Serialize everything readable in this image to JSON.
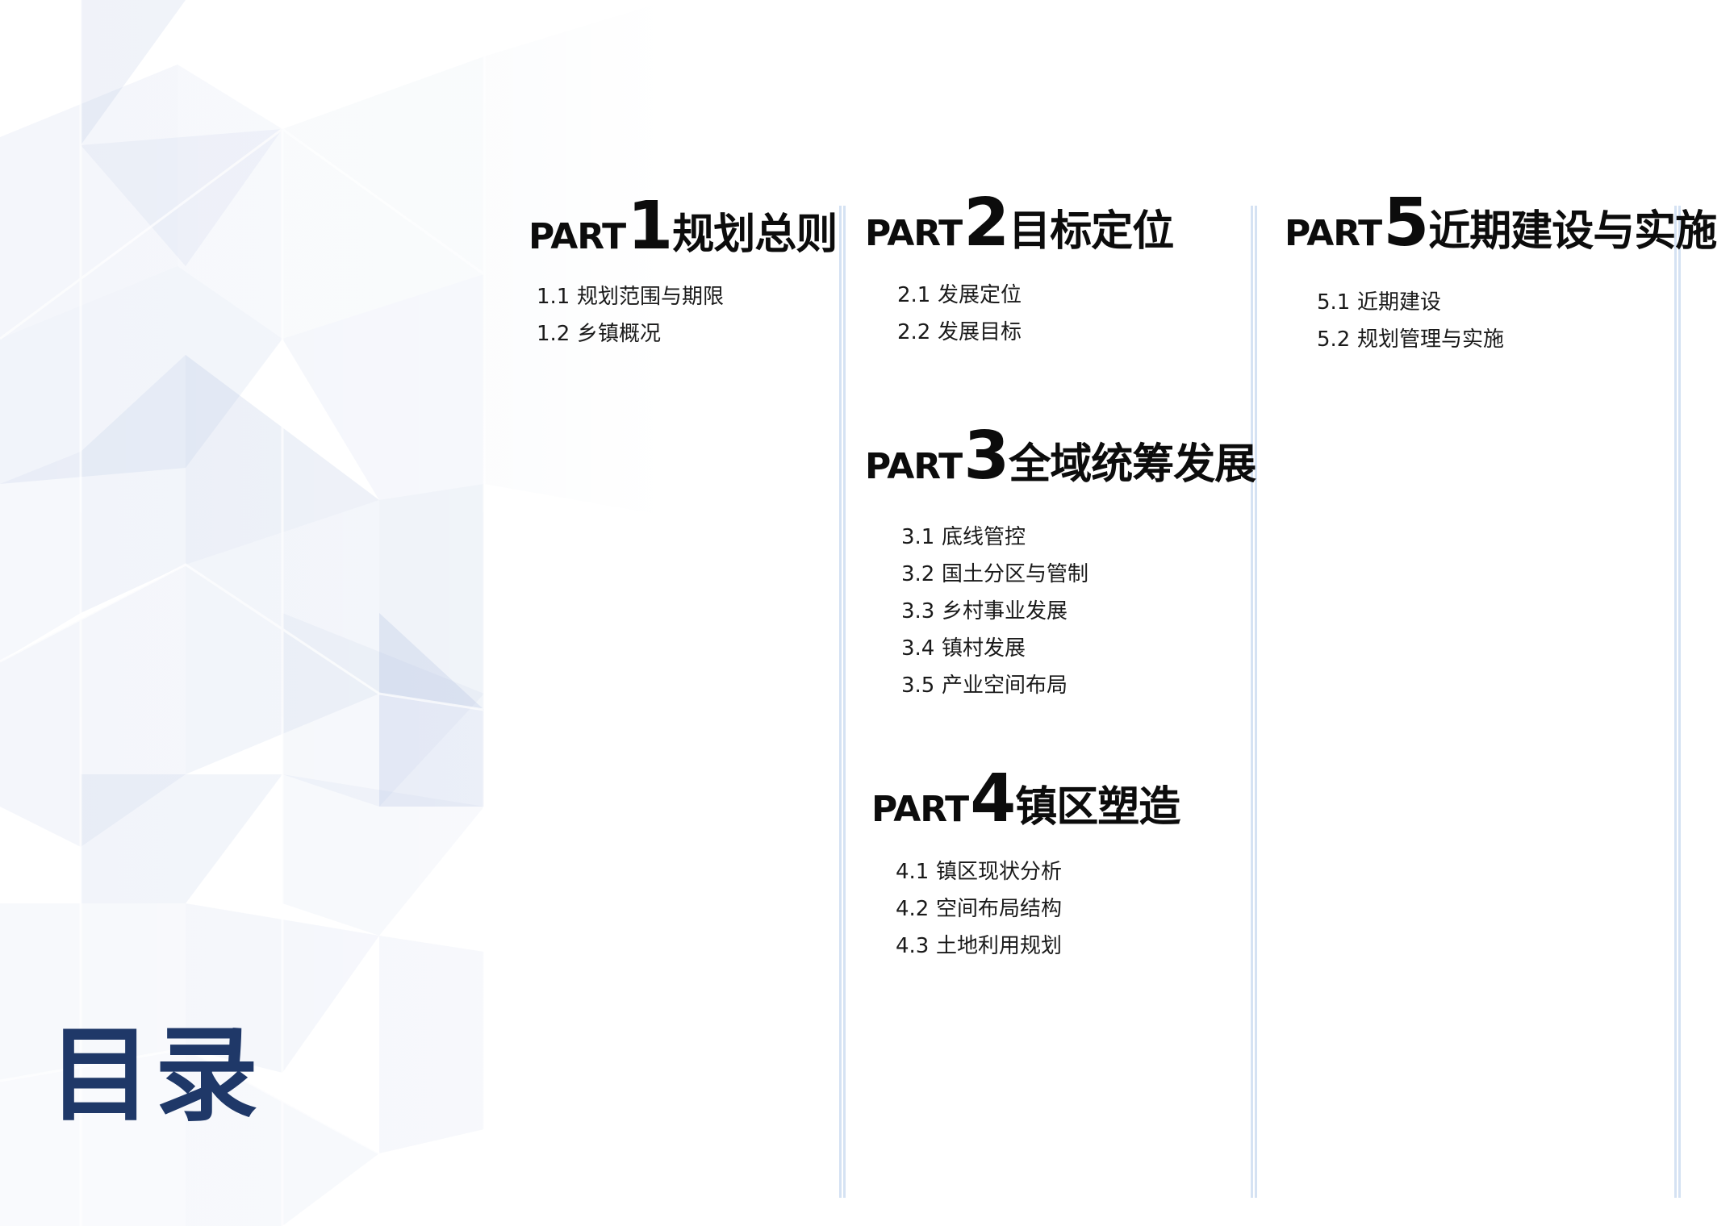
{
  "page_title": "目录",
  "colors": {
    "title": "#1f3868",
    "divider": "#d5e2f3",
    "pattern": "#8fa6d4"
  },
  "parts": [
    {
      "word": "PART",
      "num": "1",
      "title": "规划总则",
      "items": [
        {
          "num": "1.1",
          "label": "规划范围与期限"
        },
        {
          "num": "1.2",
          "label": "乡镇概况"
        }
      ]
    },
    {
      "word": "PART",
      "num": "2",
      "title": "目标定位",
      "items": [
        {
          "num": "2.1",
          "label": "发展定位"
        },
        {
          "num": "2.2",
          "label": "发展目标"
        }
      ]
    },
    {
      "word": "PART",
      "num": "3",
      "title": "全域统筹发展",
      "items": [
        {
          "num": "3.1",
          "label": "底线管控"
        },
        {
          "num": "3.2",
          "label": "国土分区与管制"
        },
        {
          "num": "3.3",
          "label": "乡村事业发展"
        },
        {
          "num": "3.4",
          "label": "镇村发展"
        },
        {
          "num": "3.5",
          "label": "产业空间布局"
        }
      ]
    },
    {
      "word": "PART",
      "num": "4",
      "title": "镇区塑造",
      "items": [
        {
          "num": "4.1",
          "label": "镇区现状分析"
        },
        {
          "num": "4.2",
          "label": "空间布局结构"
        },
        {
          "num": "4.3",
          "label": "土地利用规划"
        }
      ]
    },
    {
      "word": "PART",
      "num": "5",
      "title": "近期建设与实施",
      "items": [
        {
          "num": "5.1",
          "label": "近期建设"
        },
        {
          "num": "5.2",
          "label": "规划管理与实施"
        }
      ]
    }
  ]
}
